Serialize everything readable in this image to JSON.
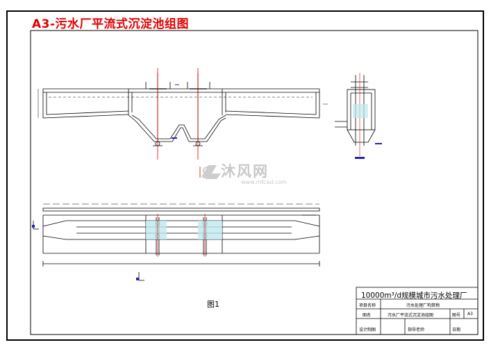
{
  "title": "A3-污水厂平流式沉淀池组图",
  "figure_label": "图1",
  "watermark": {
    "brand": "沐风网",
    "url": "www.mfcad.com"
  },
  "title_block": {
    "project_header": "10000m³/d规模城市污水处理厂",
    "row1_label": "项目名称",
    "row1_value": "污水处理厂构筑物",
    "row2_label": "图名",
    "row2_value": "污水厂平流式沉淀池组图",
    "row2_tag": "图号",
    "row2_code": "A3",
    "row3_label": "设计制图",
    "row3_mid": "指导老师",
    "row3_tag": "日期"
  }
}
